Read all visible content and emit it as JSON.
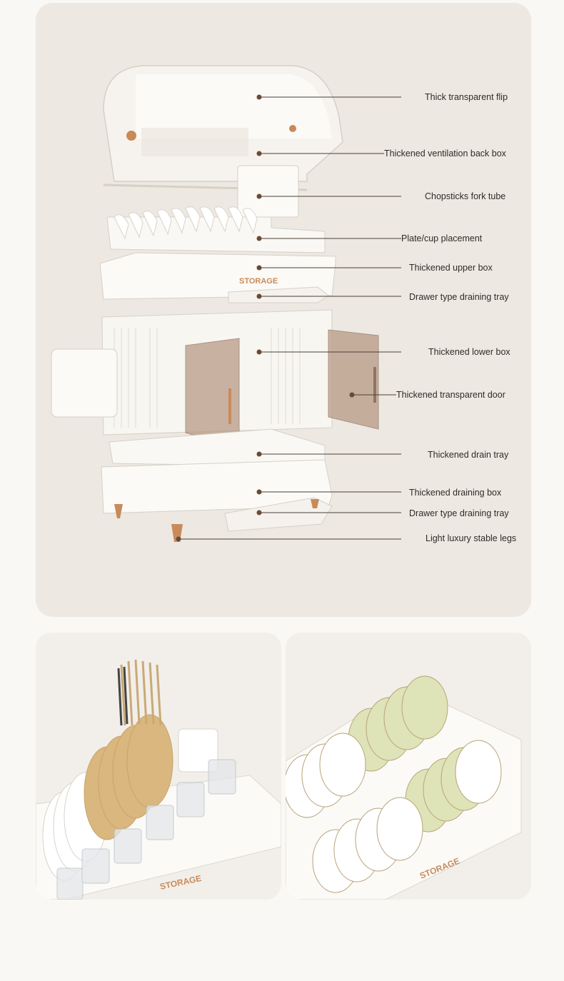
{
  "diagram": {
    "brand_mark": "STORAGE",
    "callouts": [
      "Thick transparent flip",
      "Thickened ventilation back box",
      "Chopsticks fork tube",
      "Plate/cup placement",
      "Thickened upper box",
      "Drawer type draining tray",
      "Thickened lower box",
      "Thickened transparent door",
      "Thickened drain tray",
      "Thickened draining box",
      "Drawer type draining tray",
      "Light luxury stable legs"
    ]
  },
  "photos": {
    "left_brand": "STORAGE",
    "right_brand": "STORAGE"
  },
  "colors": {
    "panel_bg": "#ede8e1",
    "page_bg": "#faf8f4",
    "leader_line": "#4a3f36",
    "dot": "#6b4a34",
    "wood_accent": "#c98a5a",
    "amber_door": "#b89a86",
    "plate_gold": "#d9b77e",
    "bowl_green": "#dfe3b8"
  }
}
